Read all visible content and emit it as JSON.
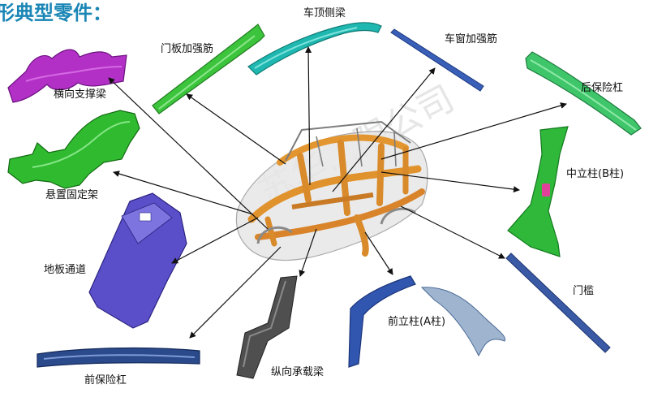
{
  "header": {
    "title_fragment": "形典型零件："
  },
  "watermark": {
    "text": "苏华…限公司"
  },
  "parts": [
    {
      "key": "roof_side_rail",
      "label": "车顶侧梁",
      "color": "#1fb8b0"
    },
    {
      "key": "door_reinforcement",
      "label": "门板加强筋",
      "color": "#3cc43c"
    },
    {
      "key": "window_reinforcement",
      "label": "车窗加强筋",
      "color": "#3a5fb8"
    },
    {
      "key": "cross_support_beam",
      "label": "横向支撑梁",
      "color": "#b52fc4"
    },
    {
      "key": "rear_bumper",
      "label": "后保险杠",
      "color": "#3fc66a"
    },
    {
      "key": "suspension_bracket",
      "label": "悬置固定架",
      "color": "#2fba2f"
    },
    {
      "key": "b_pillar",
      "label": "中立柱(B柱)",
      "color": "#2fb83a"
    },
    {
      "key": "floor_tunnel",
      "label": "地板通道",
      "color": "#5a4fc8"
    },
    {
      "key": "door_sill",
      "label": "门槛",
      "color": "#3a5aa6"
    },
    {
      "key": "a_pillar",
      "label": "前立柱(A柱)",
      "color": "#3156b0"
    },
    {
      "key": "front_bumper",
      "label": "前保险杠",
      "color": "#2b4a8c"
    },
    {
      "key": "longitudinal_beam",
      "label": "纵向承载梁",
      "color": "#555555"
    }
  ]
}
